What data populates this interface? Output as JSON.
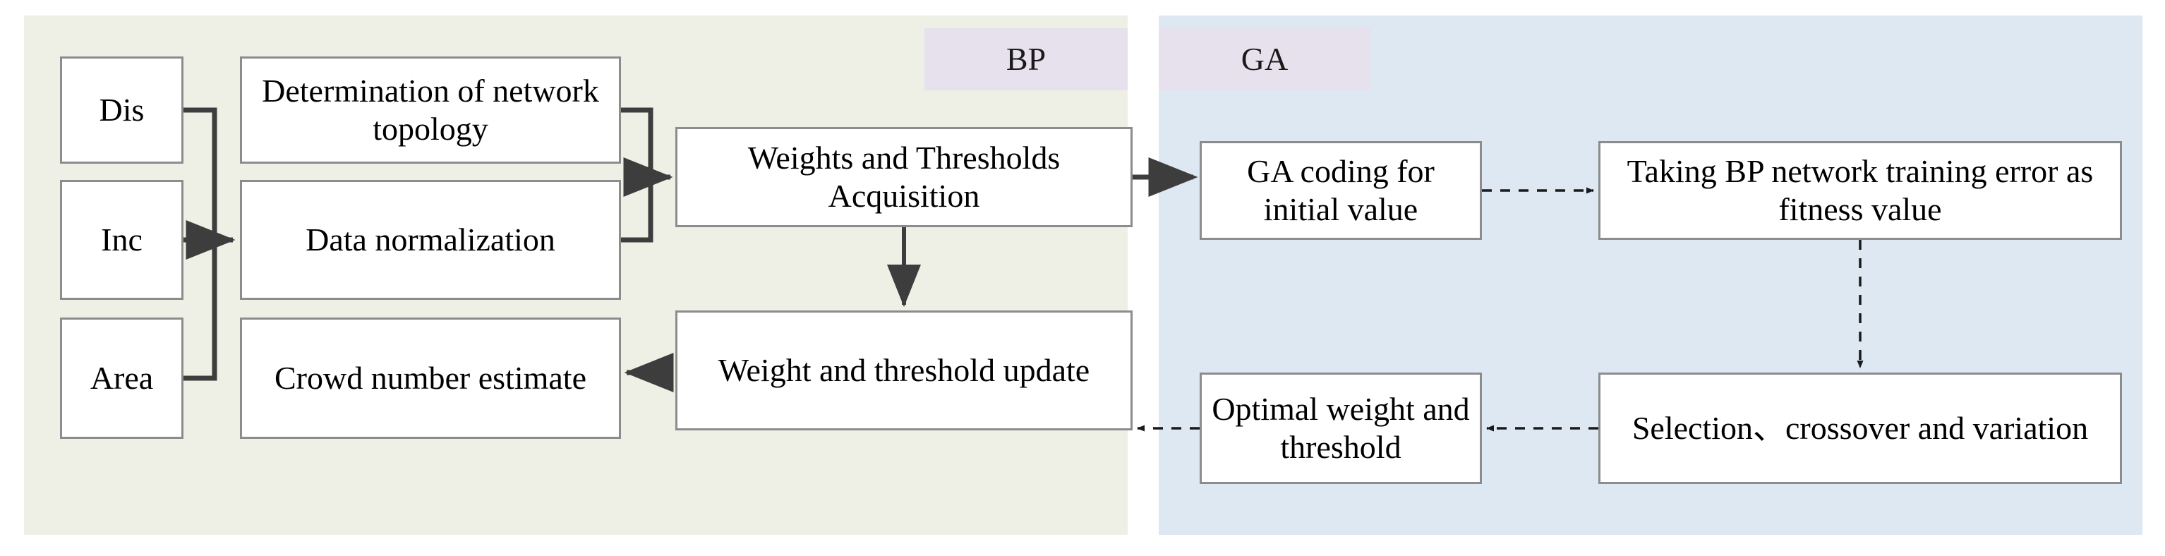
{
  "diagram": {
    "title": "BP-GA hybrid crowd number estimation flowchart",
    "panels": {
      "bp": {
        "label": "BP",
        "fill": "#eef0e6",
        "label_fill": "#e6e1ec"
      },
      "ga": {
        "label": "GA",
        "fill": "#dde8f2",
        "label_fill": "#e6e1ec"
      }
    },
    "nodes": {
      "dis": "Dis",
      "inc": "Inc",
      "area": "Area",
      "topology": "Determination of network topology",
      "data_normalization": "Data normalization",
      "crowd_estimate": "Crowd number estimate",
      "weights_thresholds_acquisition": "Weights and Thresholds Acquisition",
      "weight_threshold_update": "Weight and threshold update",
      "ga_coding": "GA coding for initial value",
      "fitness": "Taking BP network training error as fitness value",
      "optimal": "Optimal weight and threshold",
      "selection": "Selection、crossover and variation"
    },
    "edges": [
      {
        "name": "inputs-to-data-normalization",
        "style": "solid"
      },
      {
        "name": "topology-and-normalization-to-weights",
        "style": "solid"
      },
      {
        "name": "weights-to-ga-coding",
        "style": "dashed"
      },
      {
        "name": "weights-to-weight-update",
        "style": "solid"
      },
      {
        "name": "ga-coding-to-fitness",
        "style": "dashed"
      },
      {
        "name": "fitness-to-selection",
        "style": "dashed"
      },
      {
        "name": "selection-to-optimal",
        "style": "dashed"
      },
      {
        "name": "optimal-to-weight-update",
        "style": "dashed"
      },
      {
        "name": "weight-update-to-crowd-estimate",
        "style": "solid"
      }
    ],
    "colors": {
      "node_border": "#8c8c8c",
      "node_fill": "#ffffff",
      "wire_solid": "#3d3d3d",
      "wire_dashed": "#333333"
    }
  }
}
